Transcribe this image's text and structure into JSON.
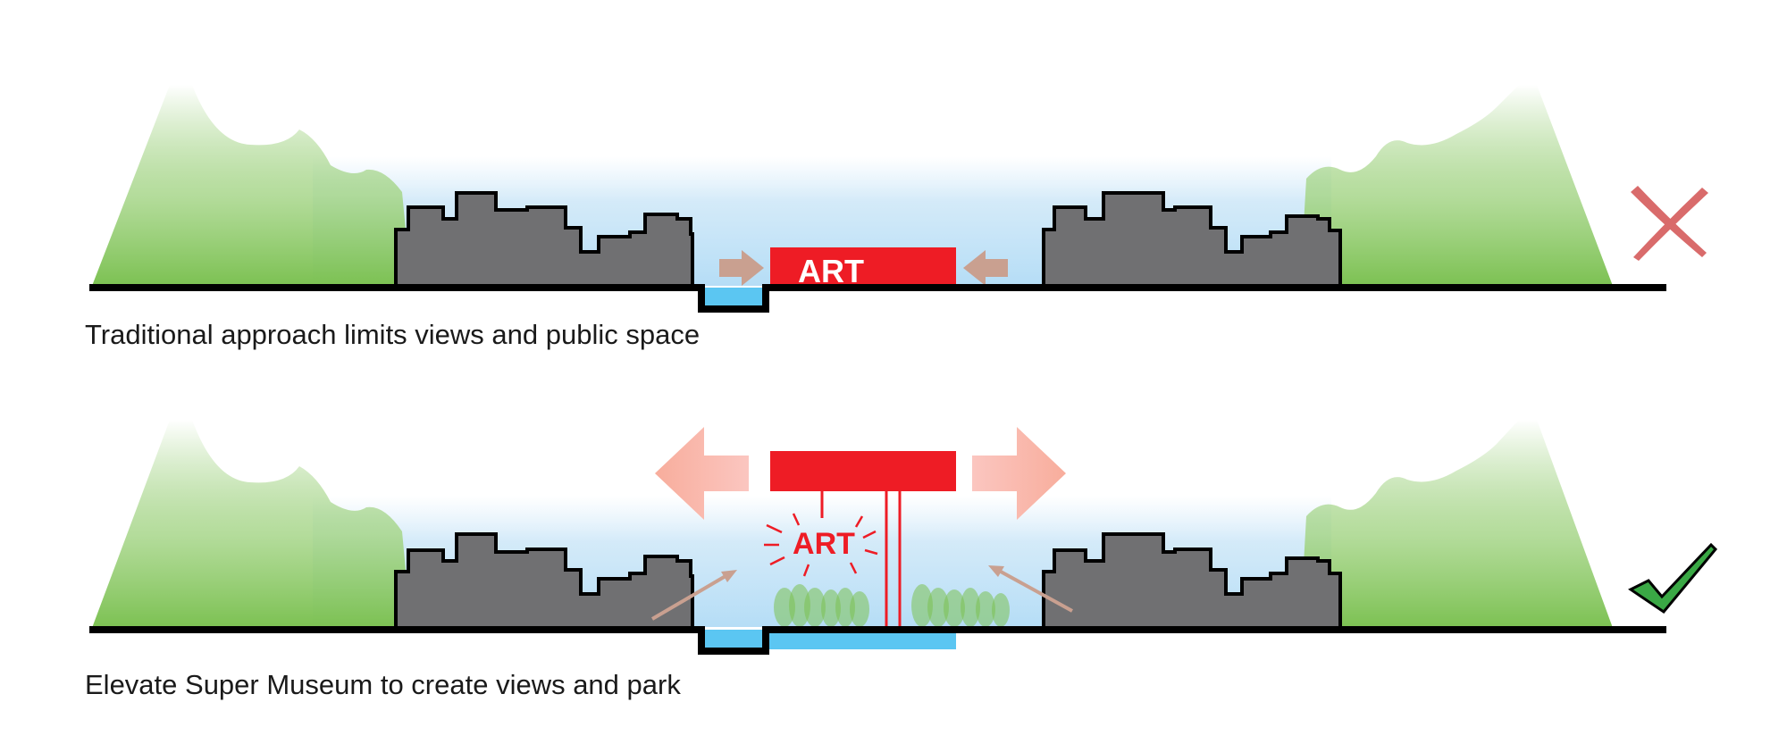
{
  "panels": [
    {
      "art_label": "ART",
      "caption": "Traditional approach limits views and public space",
      "verdict_icon": "cross-mark-icon"
    },
    {
      "art_label": "ART",
      "caption": "Elevate Super Museum to create views and park",
      "verdict_icon": "check-mark-icon"
    }
  ],
  "colors": {
    "ground": "#000000",
    "buildings": "#707072",
    "hills": "#7cc152",
    "sky": "#b8dff7",
    "water": "#5bc6f2",
    "art": "#ee1c25",
    "arrow_push": "#c9a090",
    "arrow_expand": "#f9b2a8",
    "cross": "#d96b6b",
    "check": "#3aa845"
  }
}
